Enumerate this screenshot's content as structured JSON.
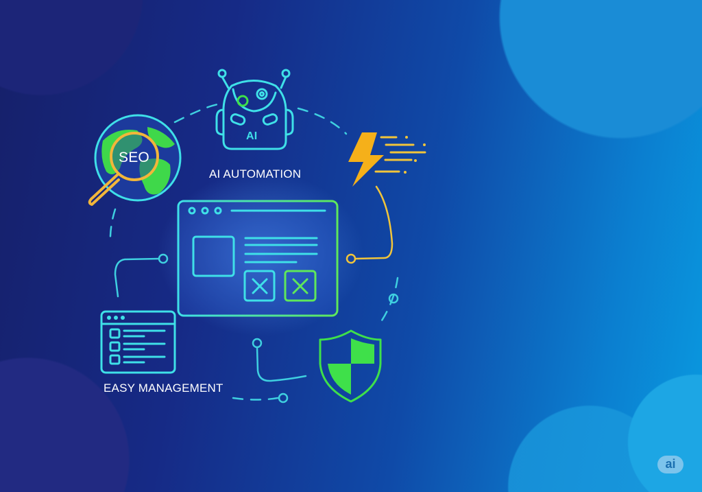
{
  "labels": {
    "seo": "SEO",
    "robot": "AI",
    "ai_automation": "AI AUTOMATION",
    "easy_management": "EASY MANAGEMENT"
  },
  "badge": "ai",
  "colors": {
    "cyan": "#3fe0e8",
    "green": "#3fe04a",
    "yellow": "#f2c53a",
    "orange": "#f5a31a"
  }
}
